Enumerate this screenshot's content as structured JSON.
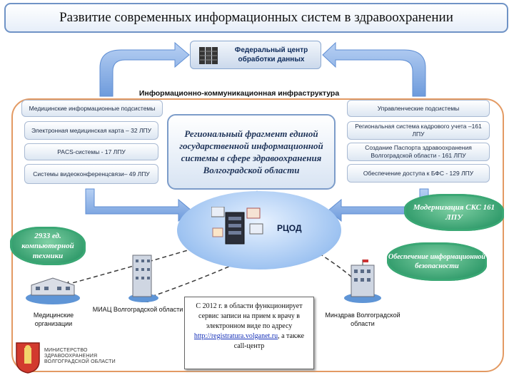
{
  "title": "Развитие современных информационных систем в здравоохранении",
  "federal_center": "Федеральный центр обработки данных",
  "infra_label": "Информационно-коммуникационная инфраструктура",
  "left_group": {
    "header": "Медицинские информационные подсистемы",
    "items": [
      "Электронная медицинская карта – 32 ЛПУ",
      "PACS-системы - 17 ЛПУ",
      "Системы видеоконференцсвязи– 49 ЛПУ"
    ]
  },
  "right_group": {
    "header": "Управленческие подсистемы",
    "items": [
      "Региональная система кадрового учета –161 ЛПУ",
      "Создание Паспорта здравоохранения Волгоградской области - 161 ЛПУ",
      "Обеспечение доступа к БФС - 129 ЛПУ"
    ]
  },
  "center": "Региональный фрагмент единой государственной информационной системы в сфере здравоохранения Волгоградской области",
  "rcod": "РЦОД",
  "clouds": {
    "computers": "2933 ед. компьютерной техники",
    "modernization": "Модернизация СКС 161 ЛПУ",
    "security": "Обеспечение информационной безопасности"
  },
  "nodes": {
    "med_orgs": "Медицинские организации",
    "miac": "МИАЦ Волгоградской области",
    "minzdrav": "Минздрав Волгоградской области"
  },
  "note": {
    "text": "С 2012 г. в области функционирует сервис записи на прием к врачу в электронном виде по адресу",
    "link": "http://registratura.volganet.ru",
    "tail": ", а также call-центр"
  },
  "ministry": {
    "line1": "МИНИСТЕРСТВО",
    "line2": "ЗДРАВООХРАНЕНИЯ",
    "line3": "ВОЛГОГРАДСКОЙ ОБЛАСТИ"
  },
  "colors": {
    "frame": "#e39a63",
    "arrow": "#7fa8e4",
    "cloud": "#2f9a6a"
  }
}
